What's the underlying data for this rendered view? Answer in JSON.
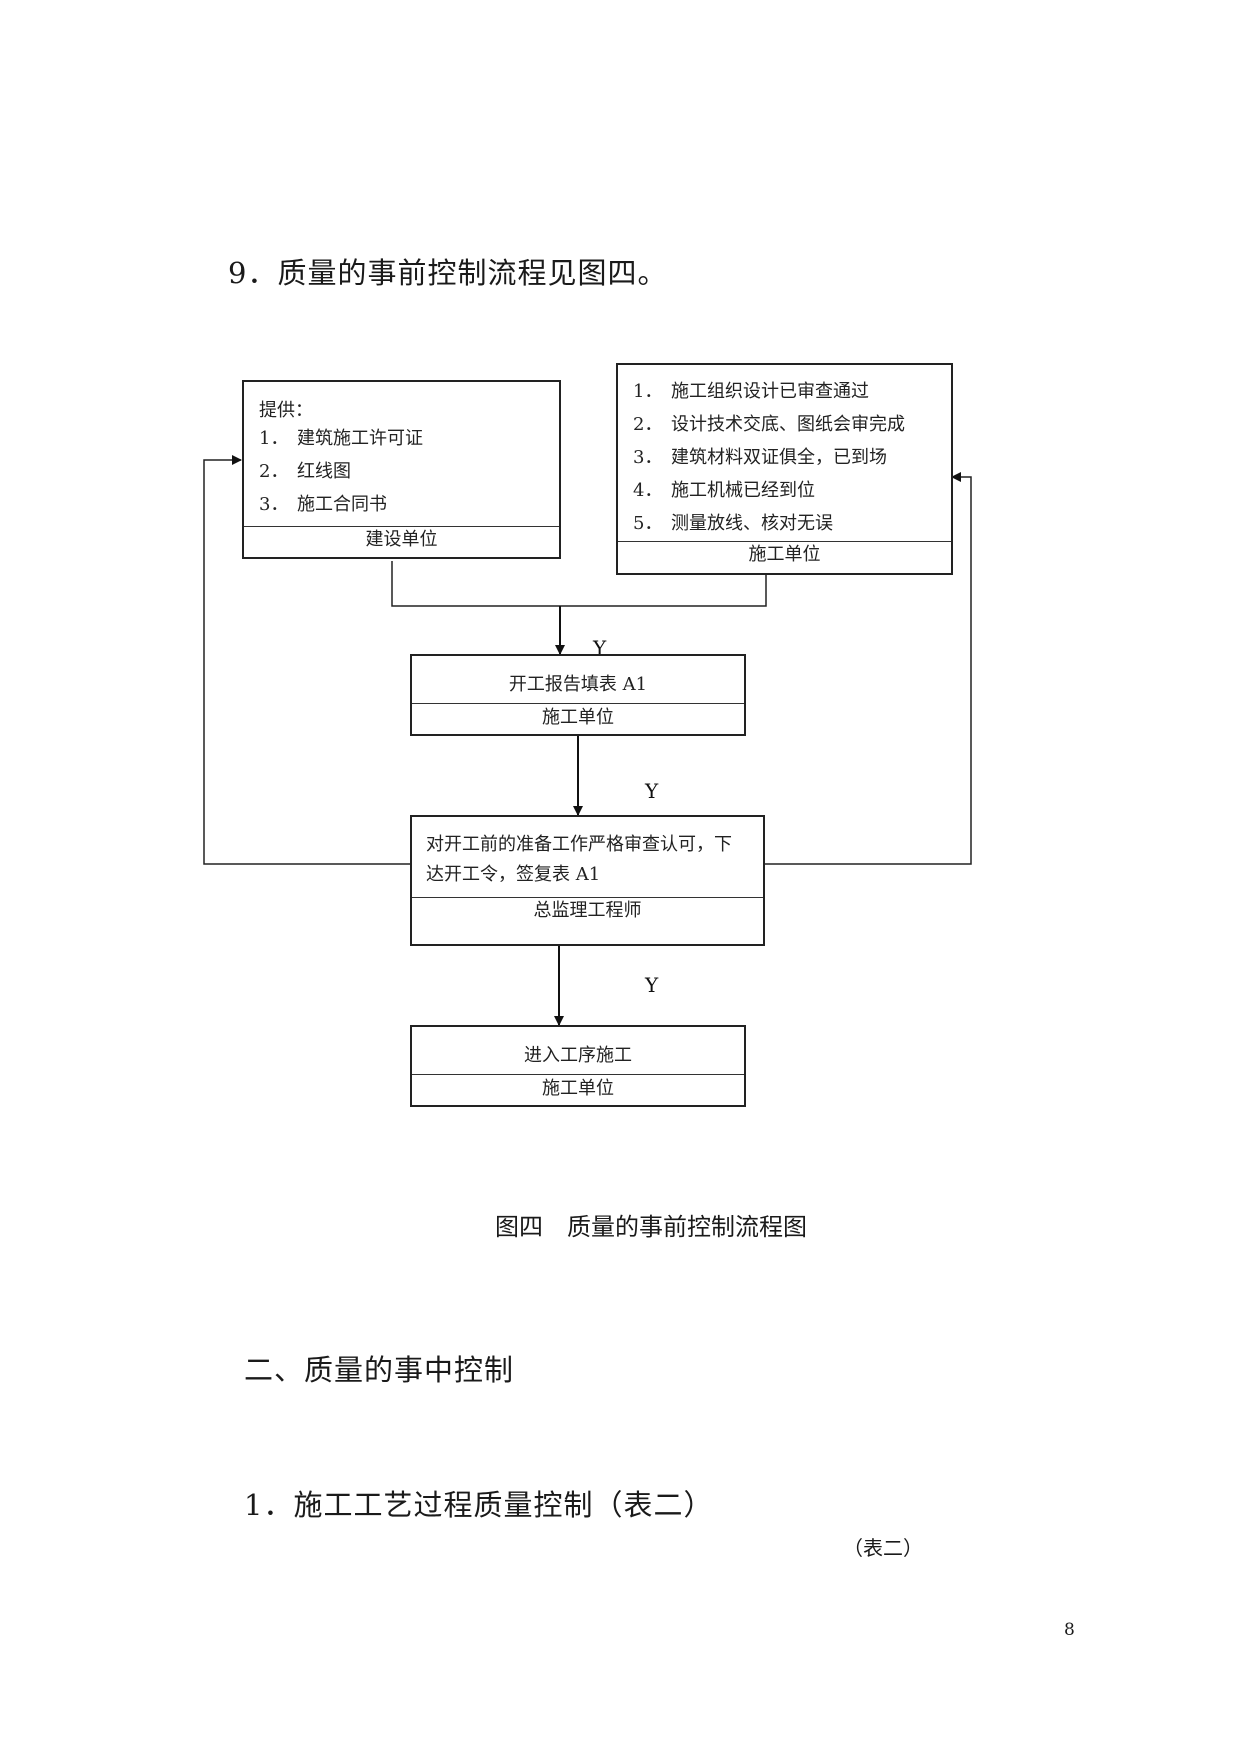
{
  "heading_9": "9．质量的事前控制流程见图四。",
  "flow": {
    "box_client": {
      "title": "提供：",
      "items": [
        {
          "num": "1．",
          "text": "建筑施工许可证"
        },
        {
          "num": "2．",
          "text": "红线图"
        },
        {
          "num": "3．",
          "text": "施工合同书"
        }
      ],
      "owner": "建设单位"
    },
    "box_contractor": {
      "items": [
        {
          "num": "1．",
          "text": "施工组织设计已审查通过"
        },
        {
          "num": "2．",
          "text": "设计技术交底、图纸会审完成"
        },
        {
          "num": "3．",
          "text": "建筑材料双证俱全，已到场"
        },
        {
          "num": "4．",
          "text": "施工机械已经到位"
        },
        {
          "num": "5．",
          "text": "测量放线、核对无误"
        }
      ],
      "owner": "施工单位"
    },
    "box_report": {
      "text": "开工报告填表 A1",
      "owner": "施工单位"
    },
    "box_review": {
      "line1": "对开工前的准备工作严格审查认可，下",
      "line2": "达开工令，签复表 A1",
      "owner": "总监理工程师"
    },
    "box_next": {
      "text": "进入工序施工",
      "owner": "施工单位"
    },
    "yes_labels": [
      "Y",
      "Y",
      "Y"
    ]
  },
  "figure_caption": "图四　质量的事前控制流程图",
  "section_heading": "二、质量的事中控制",
  "subsection_heading": "1．施工工艺过程质量控制（表二）",
  "table_ref": "（表二）",
  "page_number": "8"
}
